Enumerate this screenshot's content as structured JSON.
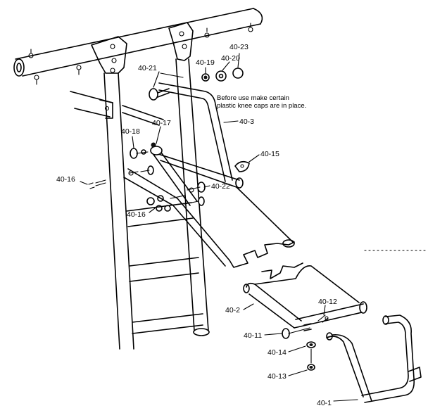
{
  "note": {
    "line1": "Before use make certain",
    "line2": "plastic knee caps are in place."
  },
  "labels": {
    "p40_21": "40-21",
    "p40_19": "40-19",
    "p40_20": "40-20",
    "p40_23": "40-23",
    "p40_3": "40-3",
    "p40_17": "40-17",
    "p40_18": "40-18",
    "p40_15": "40-15",
    "p40_16a": "40-16",
    "p40_16b": "40-16",
    "p40_22": "40-22",
    "p40_12": "40-12",
    "p40_2": "40-2",
    "p40_11": "40-11",
    "p40_14": "40-14",
    "p40_13": "40-13",
    "p40_1": "40-1"
  },
  "colors": {
    "line": "#000000",
    "background": "#ffffff"
  }
}
